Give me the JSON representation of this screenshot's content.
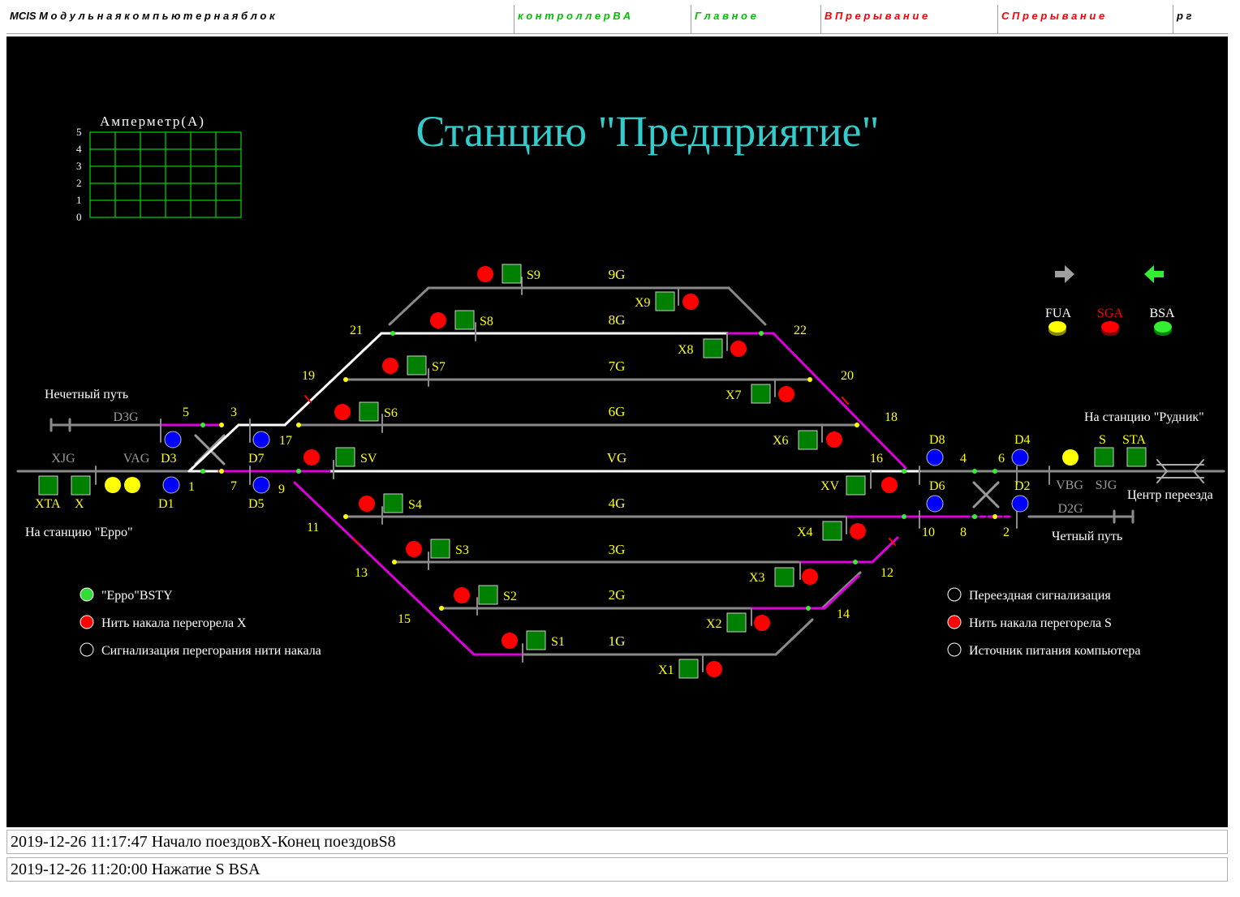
{
  "menu": {
    "items": [
      {
        "label": "MCIS  М о д у л ь н а я   к о м п ь ю т е р н а я   б л о к",
        "color": "#000000"
      },
      {
        "label": "к о н т р о л л е р  B A",
        "color": "#00c000"
      },
      {
        "label": "Г л а в н о е",
        "color": "#00c000"
      },
      {
        "label": "B  П р е р ы в а н и е",
        "color": "#ff0000"
      },
      {
        "label": "C  П р е р ы в а н и е",
        "color": "#ff0000"
      },
      {
        "label": "р г",
        "color": "#000000"
      }
    ]
  },
  "station": {
    "title": "Станцию \"Предприятие\""
  },
  "ammeter": {
    "label": "Амперметр(A)",
    "ticks": [
      "5",
      "4",
      "3",
      "2",
      "1",
      "0"
    ]
  },
  "legend_arrows": {
    "fua": "FUA",
    "sga": "SGA",
    "bsa": "BSA",
    "colors": {
      "fua": "#ffff00",
      "sga": "#ff0000",
      "bsa": "#00ff00"
    }
  },
  "tracks": {
    "labels": [
      "9G",
      "8G",
      "7G",
      "6G",
      "VG",
      "4G",
      "3G",
      "2G",
      "1G"
    ],
    "left_section": {
      "d3g": "D3G",
      "xjg": "XJG",
      "vag": "VAG"
    },
    "right_section": {
      "vbg": "VBG",
      "sjg": "SJG",
      "d2g": "D2G"
    }
  },
  "signals": {
    "s9": "S9",
    "s8": "S8",
    "s7": "S7",
    "s6": "S6",
    "sv": "SV",
    "s4": "S4",
    "s3": "S3",
    "s2": "S2",
    "s1": "S1",
    "x9": "X9",
    "x8": "X8",
    "x7": "X7",
    "x6": "X6",
    "xv": "XV",
    "x4": "X4",
    "x3": "X3",
    "x2": "X2",
    "x1": "X1",
    "xta": "XTA",
    "x": "X",
    "s": "S",
    "sta": "STA",
    "d1": "D1",
    "d3": "D3",
    "d5": "D5",
    "d7": "D7",
    "d2": "D2",
    "d4": "D4",
    "d6": "D6",
    "d8": "D8"
  },
  "switch_numbers": {
    "n1": "1",
    "n2": "2",
    "n3": "3",
    "n4": "4",
    "n5": "5",
    "n6": "6",
    "n7": "7",
    "n8": "8",
    "n9": "9",
    "n10": "10",
    "n11": "11",
    "n12": "12",
    "n13": "13",
    "n14": "14",
    "n15": "15",
    "n16": "16",
    "n17": "17",
    "n18": "18",
    "n19": "19",
    "n20": "20",
    "n21": "21",
    "n22": "22"
  },
  "direction_labels": {
    "odd_track": "Нечетный путь",
    "to_erro": "На станцию \"Ерро\"",
    "to_rudnik": "На станцию \"Рудник\"",
    "crossing_center": "Центр переезда",
    "even_track": "Четный путь"
  },
  "left_indicators": [
    {
      "label": "\"Ерро\"BSTY",
      "color": "#33dd33"
    },
    {
      "label": "Нить накала перегорела X",
      "color": "#ff0000"
    },
    {
      "label": "Сигнализация перегорания нити накала",
      "color": "#000000"
    }
  ],
  "right_indicators": [
    {
      "label": "Переездная сигнализация",
      "color": "#000000"
    },
    {
      "label": "Нить накала перегорела S",
      "color": "#ff0000"
    },
    {
      "label": "Источник питания компьютера",
      "color": "#000000"
    }
  ],
  "log": {
    "line1": "2019-12-26 11:17:47 Начало поездовX-Конец поездовS8",
    "line2": "2019-12-26 11:20:00 Нажатие S BSA"
  },
  "colors": {
    "route_white": "#ffffff",
    "route_magenta": "#dd00dd",
    "track_gray": "#8a8a8a",
    "label_yellow": "#ffff00"
  }
}
